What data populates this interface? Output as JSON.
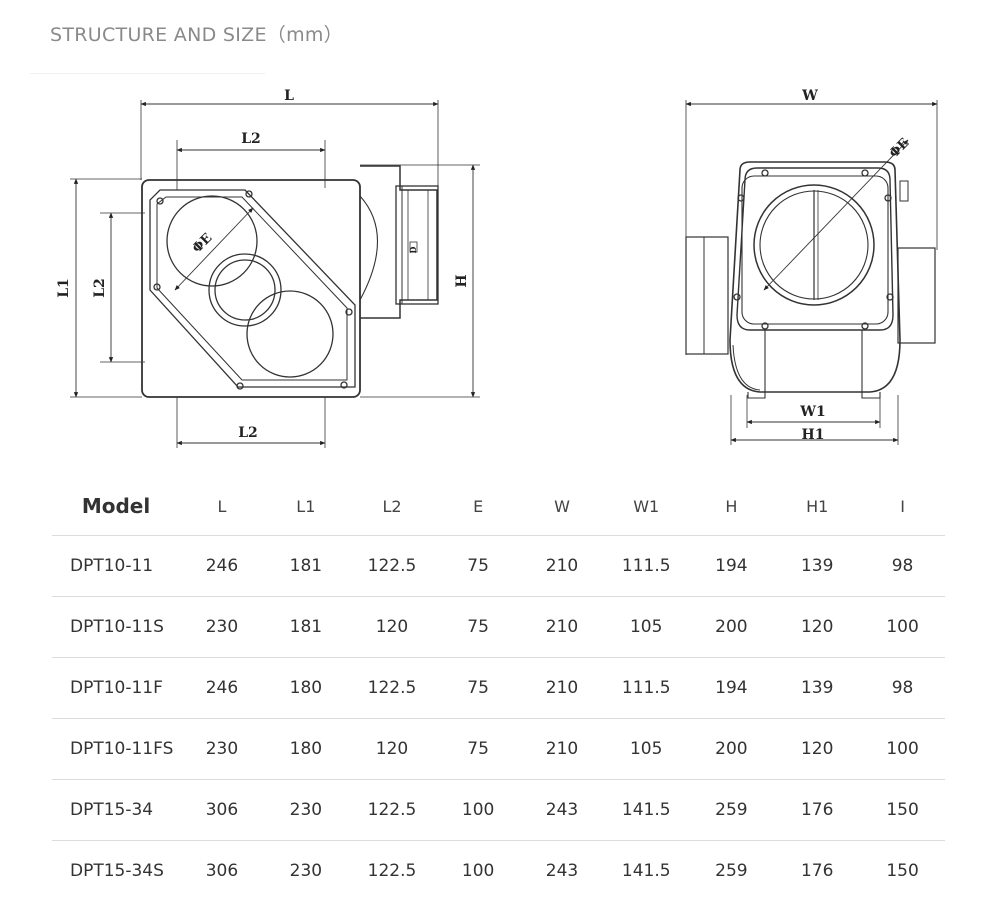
{
  "page": {
    "title": "STRUCTURE AND SIZE（mm）"
  },
  "diagram": {
    "front_labels": {
      "L": "L",
      "L2_top": "L2",
      "L1": "L1",
      "L2_left": "L2",
      "phiE": "ΦE",
      "H": "H",
      "D": "D",
      "L2_bottom": "L2"
    },
    "side_labels": {
      "W": "W",
      "phiE": "ΦE",
      "W1": "W1",
      "H1": "H1"
    }
  },
  "table": {
    "headers": [
      "Model",
      "L",
      "L1",
      "L2",
      "E",
      "W",
      "W1",
      "H",
      "H1",
      "I"
    ],
    "rows": [
      [
        "DPT10-11",
        "246",
        "181",
        "122.5",
        "75",
        "210",
        "111.5",
        "194",
        "139",
        "98"
      ],
      [
        "DPT10-11S",
        "230",
        "181",
        "120",
        "75",
        "210",
        "105",
        "200",
        "120",
        "100"
      ],
      [
        "DPT10-11F",
        "246",
        "180",
        "122.5",
        "75",
        "210",
        "111.5",
        "194",
        "139",
        "98"
      ],
      [
        "DPT10-11FS",
        "230",
        "180",
        "120",
        "75",
        "210",
        "105",
        "200",
        "120",
        "100"
      ],
      [
        "DPT15-34",
        "306",
        "230",
        "122.5",
        "100",
        "243",
        "141.5",
        "259",
        "176",
        "150"
      ],
      [
        "DPT15-34S",
        "306",
        "230",
        "122.5",
        "100",
        "243",
        "141.5",
        "259",
        "176",
        "150"
      ]
    ]
  }
}
